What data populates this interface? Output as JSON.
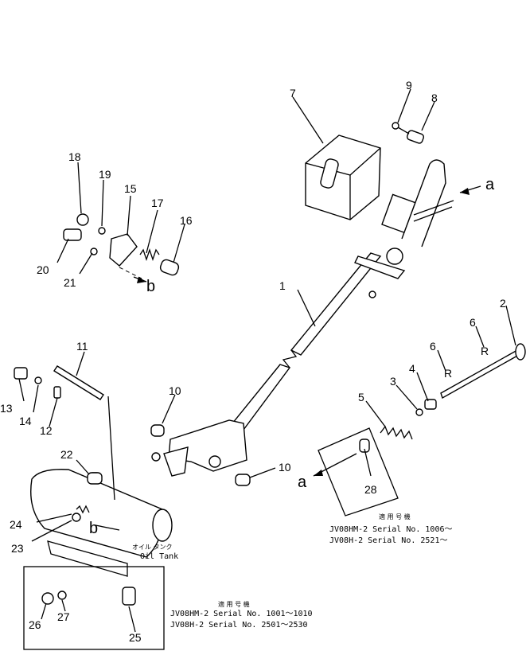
{
  "part_numbers": {
    "p1": "1",
    "p2": "2",
    "p3": "3",
    "p4": "4",
    "p5": "5",
    "p6a": "6",
    "p6b": "6",
    "p7": "7",
    "p8": "8",
    "p9": "9",
    "p10a": "10",
    "p10b": "10",
    "p11": "11",
    "p12": "12",
    "p13": "13",
    "p14": "14",
    "p15": "15",
    "p16": "16",
    "p17": "17",
    "p18": "18",
    "p19": "19",
    "p20": "20",
    "p21": "21",
    "p22": "22",
    "p23": "23",
    "p24": "24",
    "p25": "25",
    "p26": "26",
    "p27": "27",
    "p28": "28"
  },
  "callouts": {
    "a_top": "a",
    "a_bottom": "a",
    "b_left": "b",
    "b_tank": "b"
  },
  "oil_tank": {
    "jp": "オイル タンク",
    "en": "Oil Tank"
  },
  "note_right": {
    "heading": "適 用 号 機",
    "row1": "JV08HM-2   Serial No. 1006～",
    "row2": "JV08H-2    Serial No. 2521～"
  },
  "note_bottom": {
    "heading": "適 用 号 機",
    "row1": "JV08HM-2  Serial No. 1001～1010",
    "row2": "JV08H-2   Serial No. 2501～2530"
  },
  "colors": {
    "ink": "#000000",
    "paper": "#ffffff"
  }
}
